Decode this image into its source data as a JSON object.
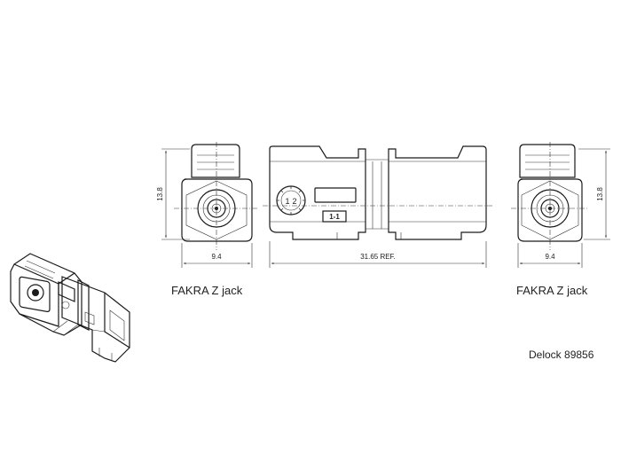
{
  "labels": {
    "left_title": "FAKRA Z jack",
    "right_title": "FAKRA Z jack",
    "product": "Delock 89856"
  },
  "dimensions": {
    "height_left": "13.8",
    "height_right": "13.8",
    "width_left": "9.4",
    "width_right": "9.4",
    "length_body": "31.65 REF."
  },
  "body_marks": {
    "dial_left": "1",
    "dial_right": "2",
    "code_mark": "1-1"
  }
}
